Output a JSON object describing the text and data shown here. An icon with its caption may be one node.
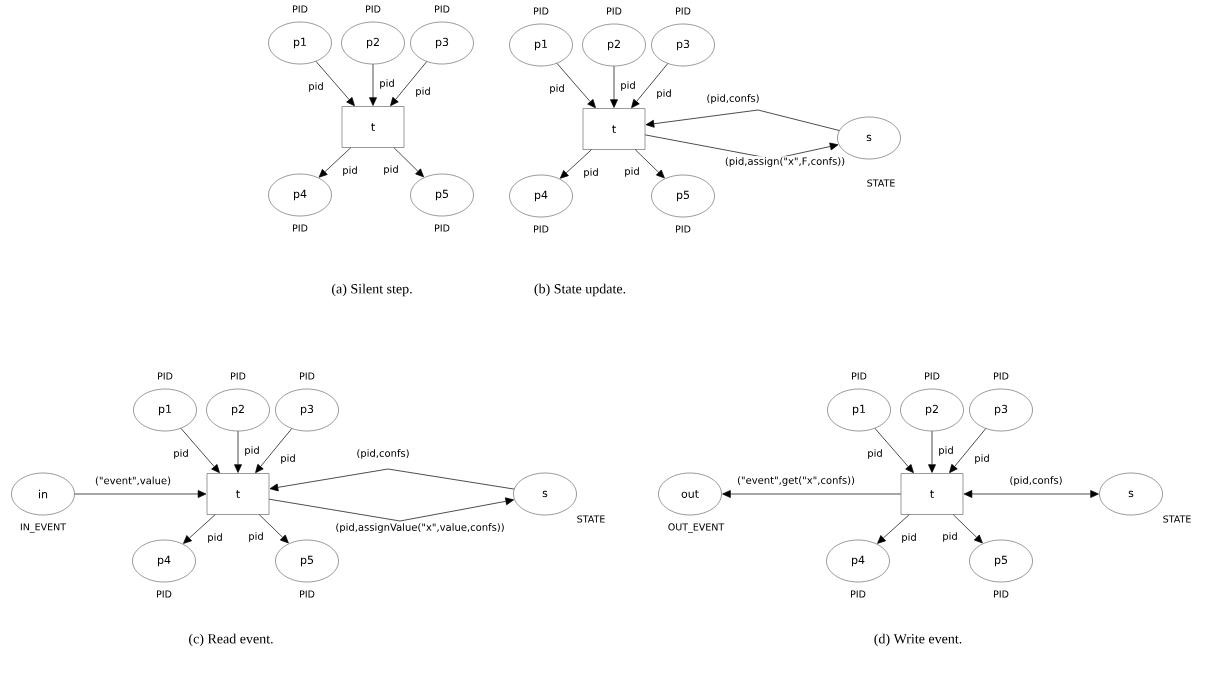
{
  "diagram": {
    "nodes": [
      {
        "text": [
          "p1"
        ],
        "beside": [
          "PID"
        ]
      },
      {
        "text": [
          "p2"
        ],
        "beside": [
          "PID"
        ]
      },
      {
        "text": [
          "p3"
        ],
        "beside": [
          "PID"
        ]
      },
      {
        "text": [
          "t"
        ]
      },
      {
        "text": [
          "p4"
        ],
        "beside": [
          "PID"
        ]
      },
      {
        "text": [
          "p5"
        ],
        "beside": [
          "PID"
        ]
      },
      {
        "text": [
          "p1"
        ],
        "beside": [
          "PID"
        ]
      },
      {
        "text": [
          "p2"
        ],
        "beside": [
          "PID"
        ]
      },
      {
        "text": [
          "p3"
        ],
        "beside": [
          "PID"
        ]
      },
      {
        "text": [
          "t"
        ]
      },
      {
        "text": [
          "s"
        ],
        "beside": [
          "STATE"
        ]
      },
      {
        "text": [
          "p4"
        ],
        "beside": [
          "PID"
        ]
      },
      {
        "text": [
          "p5"
        ],
        "beside": [
          "PID"
        ]
      },
      {
        "text": [
          "p1"
        ],
        "beside": [
          "PID"
        ]
      },
      {
        "text": [
          "p2"
        ],
        "beside": [
          "PID"
        ]
      },
      {
        "text": [
          "p3"
        ],
        "beside": [
          "PID"
        ]
      },
      {
        "text": [
          "in"
        ],
        "beside": [
          "IN_EVENT"
        ]
      },
      {
        "text": [
          "t"
        ]
      },
      {
        "text": [
          "s"
        ],
        "beside": [
          "STATE"
        ]
      },
      {
        "text": [
          "p4"
        ],
        "beside": [
          "PID"
        ]
      },
      {
        "text": [
          "p5"
        ],
        "beside": [
          "PID"
        ]
      },
      {
        "text": [
          "p1"
        ],
        "beside": [
          "PID"
        ]
      },
      {
        "text": [
          "p2"
        ],
        "beside": [
          "PID"
        ]
      },
      {
        "text": [
          "p3"
        ],
        "beside": [
          "PID"
        ]
      },
      {
        "text": [
          "out"
        ],
        "beside": [
          "OUT_EVENT"
        ]
      },
      {
        "text": [
          "t"
        ]
      },
      {
        "text": [
          "s"
        ],
        "beside": [
          "STATE"
        ]
      },
      {
        "text": [
          "p4"
        ],
        "beside": [
          "PID"
        ]
      },
      {
        "text": [
          "p5"
        ],
        "beside": [
          "PID"
        ]
      }
    ],
    "edges": [
      {
        "from": 0,
        "to": 3,
        "arrow": "to",
        "label": "pid"
      },
      {
        "from": 1,
        "to": 3,
        "arrow": "to",
        "label": "pid"
      },
      {
        "from": 2,
        "to": 3,
        "arrow": "to",
        "label": "pid"
      },
      {
        "from": 3,
        "to": 4,
        "arrow": "to",
        "label": "pid"
      },
      {
        "from": 3,
        "to": 5,
        "arrow": "to",
        "label": "pid"
      },
      {
        "from": 6,
        "to": 9,
        "arrow": "to",
        "label": "pid"
      },
      {
        "from": 7,
        "to": 9,
        "arrow": "to",
        "label": "pid"
      },
      {
        "from": 8,
        "to": 9,
        "arrow": "to",
        "label": "pid"
      },
      {
        "from": 10,
        "to": 9,
        "arrow": "to",
        "label": "(pid,confs)"
      },
      {
        "from": 9,
        "to": 10,
        "arrow": "to",
        "label": "(pid,assign(\"x\",F,confs))"
      },
      {
        "from": 9,
        "to": 11,
        "arrow": "to",
        "label": "pid"
      },
      {
        "from": 9,
        "to": 12,
        "arrow": "to",
        "label": "pid"
      },
      {
        "from": 13,
        "to": 17,
        "arrow": "to",
        "label": "pid"
      },
      {
        "from": 14,
        "to": 17,
        "arrow": "to",
        "label": "pid"
      },
      {
        "from": 15,
        "to": 17,
        "arrow": "to",
        "label": "pid"
      },
      {
        "from": 16,
        "to": 17,
        "arrow": "to",
        "label": "(\"event\",value)"
      },
      {
        "from": 18,
        "to": 17,
        "arrow": "to",
        "label": "(pid,confs)"
      },
      {
        "from": 17,
        "to": 18,
        "arrow": "to",
        "label": "(pid,assignValue(\"x\",value,confs))"
      },
      {
        "from": 17,
        "to": 19,
        "arrow": "to",
        "label": "pid"
      },
      {
        "from": 17,
        "to": 20,
        "arrow": "to",
        "label": "pid"
      },
      {
        "from": 21,
        "to": 25,
        "arrow": "to",
        "label": "pid"
      },
      {
        "from": 22,
        "to": 25,
        "arrow": "to",
        "label": "pid"
      },
      {
        "from": 23,
        "to": 25,
        "arrow": "to",
        "label": "pid"
      },
      {
        "from": 25,
        "to": 24,
        "arrow": "to",
        "label": "(\"event\",get(\"x\",confs))"
      },
      {
        "from": 25,
        "to": 26,
        "arrow": "both",
        "label": "(pid,confs)"
      },
      {
        "from": 25,
        "to": 27,
        "arrow": "to",
        "label": "pid"
      },
      {
        "from": 25,
        "to": 28,
        "arrow": "to",
        "label": "pid"
      }
    ],
    "labels": [
      "(a) Silent step.",
      "(b) State update.",
      "(c) Read event.",
      "(d) Write event."
    ]
  }
}
